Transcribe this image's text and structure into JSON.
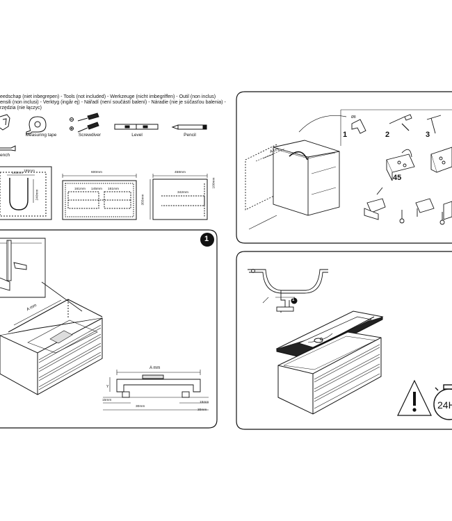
{
  "tools_header": {
    "line1": "eedschap (niet inbegrepen) - Tools (not included) -  Werkzeuge (nicht imbegriffen) - Outil (non inclus)",
    "line2": "ensili (non inclusi) - Verktyg (ingår ej) - Nářadí (není součástí balení) - Náradie (nie je súčasťou balenia) -",
    "line3": "rzędzia (nie łączyc)"
  },
  "tools": {
    "measuring_tape": "Measuring tape",
    "screwdriver": "Screwdiver",
    "level": "Level",
    "pencil": "Pencil",
    "wrench": "ench"
  },
  "cabinet_dims": {
    "d1": "145mm",
    "d2": "195mm",
    "d3": "240mm",
    "d4": "600mm",
    "d5": "161mm",
    "d6": "145mm",
    "d7": "161mm",
    "d8": "355mm",
    "d9": "458mm",
    "d10": "342mm",
    "d11": "100mm"
  },
  "step1": {
    "badge": "1",
    "a_mm": "A  mm",
    "a_mm2": "A  mm",
    "d_15a": "15mm",
    "d_30a": "30mm",
    "d_15b": "15mm",
    "d_30b": "30mm",
    "y": "Y"
  },
  "hardware_panel": {
    "a_cm": "A cm",
    "n1": "1",
    "n2": "2",
    "n3": "3",
    "n45": "45",
    "drill_label": "Ø8"
  },
  "final_panel": {
    "marker": "1",
    "clock": "24H"
  }
}
